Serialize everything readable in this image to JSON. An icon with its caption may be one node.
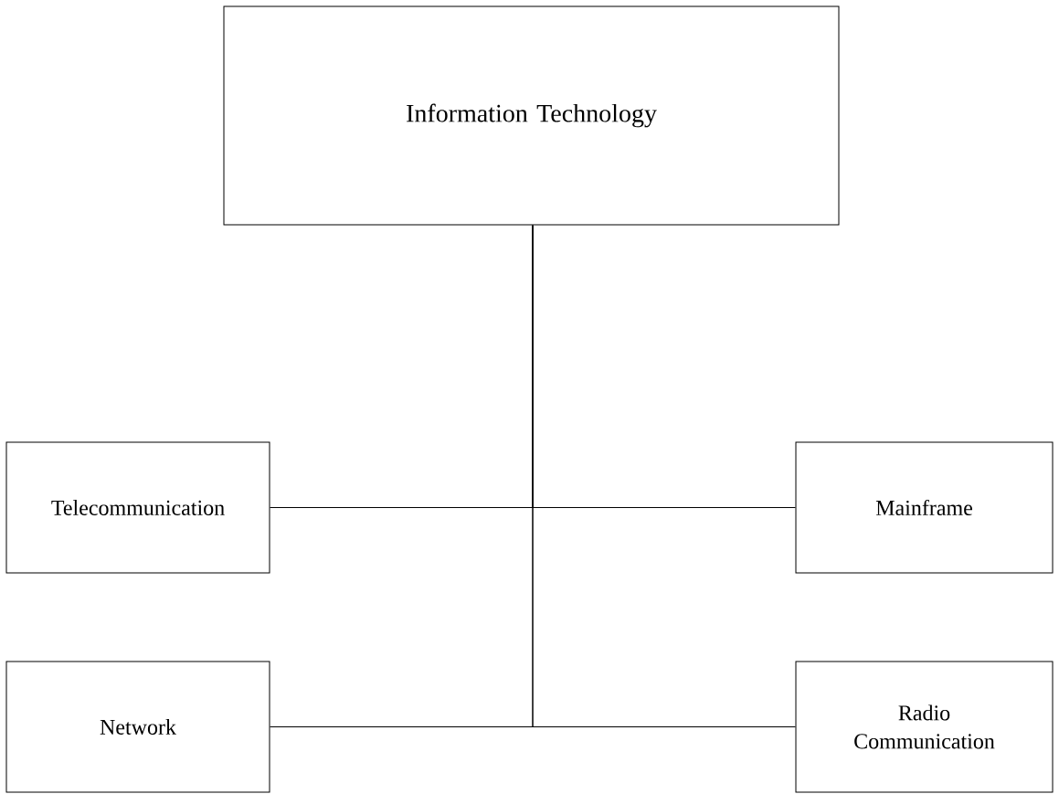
{
  "diagram": {
    "nodes": [
      {
        "text": [
          "Information Technology"
        ]
      },
      {
        "text": [
          "Telecommunication"
        ]
      },
      {
        "text": [
          "Mainframe"
        ]
      },
      {
        "text": [
          "Network"
        ]
      },
      {
        "text": [
          "Radio Communication"
        ]
      }
    ],
    "edges": [
      {
        "from": 0,
        "to": 1,
        "arrow": "none"
      },
      {
        "from": 0,
        "to": 2,
        "arrow": "none"
      },
      {
        "from": 0,
        "to": 3,
        "arrow": "none"
      },
      {
        "from": 0,
        "to": 4,
        "arrow": "none"
      }
    ]
  }
}
